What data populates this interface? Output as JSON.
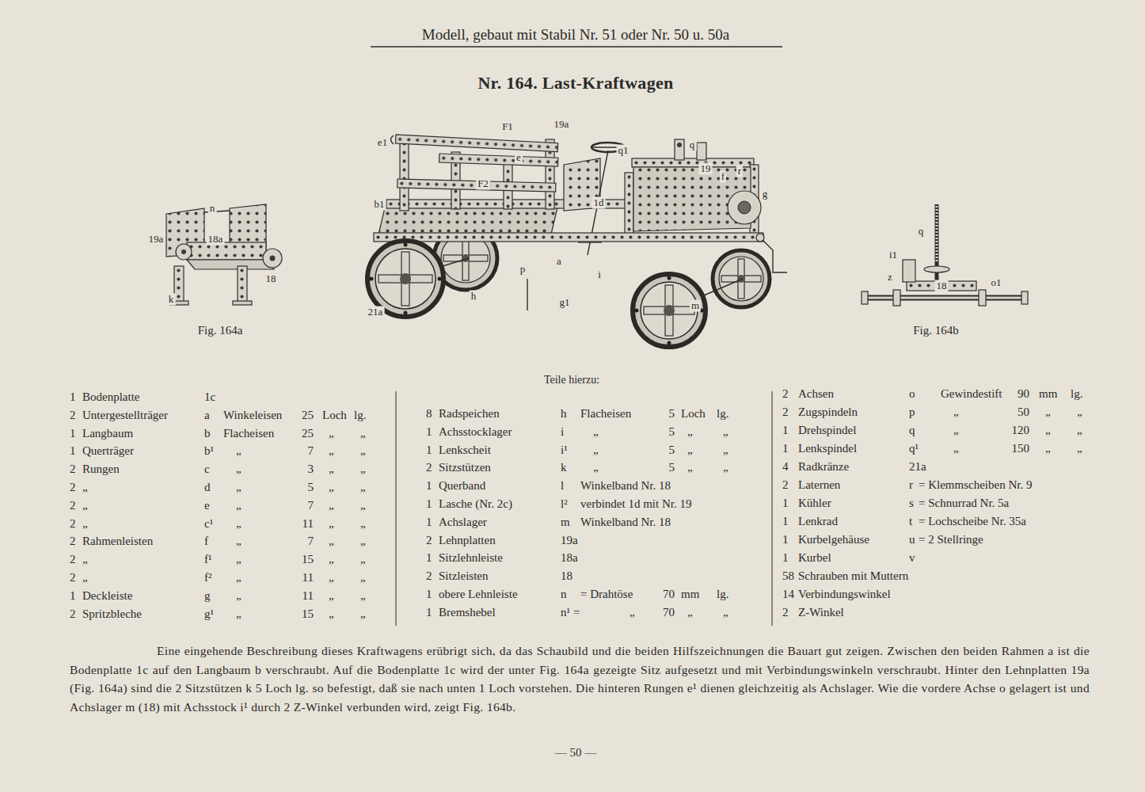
{
  "diagram": {
    "title": "Nr. 164. Last-Kraftwagen",
    "labels": [
      "Modell, gebaut mit Stabil Nr. 51 oder Nr. 50 u. 50a",
      "n",
      "19a",
      "18a",
      "18",
      "k",
      "Fig. 164a",
      "F1",
      "19a",
      "e1",
      "e",
      "q1",
      "q",
      "19",
      "f",
      "r",
      "F2",
      "g",
      "b1",
      "1d",
      "a",
      "p",
      "i",
      "h",
      "21a",
      "g1",
      "m",
      "q",
      "i1",
      "z",
      "18",
      "o1",
      "Fig. 164b",
      "Teile hierzu:",
      "1",
      "Bodenplatte",
      "1c",
      "2",
      "Untergestellträger",
      "a",
      "Winkeleisen",
      "25",
      "Loch",
      "lg.",
      "1",
      "Langbaum",
      "b",
      "Flacheisen",
      "25",
      "„",
      "„",
      "1",
      "Querträger",
      "b¹",
      "„",
      "7",
      "„",
      "„",
      "2",
      "Rungen",
      "c",
      "„",
      "3",
      "„",
      "„",
      "2",
      "„",
      "d",
      "„",
      "5",
      "„",
      "„",
      "2",
      "„",
      "e",
      "„",
      "7",
      "„",
      "„",
      "2",
      "„",
      "c¹",
      "„",
      "11",
      "„",
      "„",
      "2",
      "Rahmenleisten",
      "f",
      "„",
      "7",
      "„",
      "„",
      "2",
      "„",
      "f¹",
      "„",
      "15",
      "„",
      "„",
      "2",
      "„",
      "f²",
      "„",
      "11",
      "„",
      "„",
      "1",
      "Deckleiste",
      "g",
      "„",
      "11",
      "„",
      "„",
      "2",
      "Spritzbleche",
      "g¹",
      "„",
      "15",
      "„",
      "„",
      "8",
      "Radspeichen",
      "h",
      "Flacheisen",
      "5",
      "Loch",
      "lg.",
      "1",
      "Achsstocklager",
      "i",
      "„",
      "5",
      "„",
      "„",
      "1",
      "Lenkscheit",
      "i¹",
      "„",
      "5",
      "„",
      "„",
      "2",
      "Sitzstützen",
      "k",
      "„",
      "5",
      "„",
      "„",
      "1",
      "Querband",
      "l",
      "Winkelband Nr. 18",
      "1",
      "Lasche (Nr. 2c)",
      "l²",
      "verbindet 1d mit Nr. 19",
      "1",
      "Achslager",
      "m",
      "Winkelband Nr. 18",
      "2",
      "Lehnplatten",
      "19a",
      "1",
      "Sitzlehnleiste",
      "18a",
      "2",
      "Sitzleisten",
      "18",
      "1",
      "obere Lehnleiste",
      "n",
      "= Drahtöse",
      "70",
      "mm",
      "lg.",
      "1",
      "Bremshebel",
      "n¹",
      "=",
      "„",
      "70",
      "„",
      "„",
      "2",
      "Achsen",
      "o",
      "Gewindestift",
      "90",
      "mm",
      "lg.",
      "2",
      "Zugspindeln",
      "p",
      "„",
      "50",
      "„",
      "„",
      "1",
      "Drehspindel",
      "q",
      "„",
      "120",
      "„",
      "„",
      "1",
      "Lenkspindel",
      "q¹",
      "„",
      "150",
      "„",
      "„",
      "4",
      "Radkränze",
      "21a",
      "2",
      "Laternen",
      "r",
      "= Klemmscheiben Nr. 9",
      "1",
      "Kühler",
      "s",
      "= Schnurrad Nr. 5a",
      "1",
      "Lenkrad",
      "t",
      "= Lochscheibe Nr. 35a",
      "1",
      "Kurbelgehäuse",
      "u",
      "= 2 Stellringe",
      "1",
      "Kurbel",
      "v",
      "58",
      "Schrauben mit Muttern",
      "14",
      "Verbindungswinkel",
      "2",
      "Z-Winkel",
      "Eine eingehende Beschreibung dieses Kraftwagens erübrigt sich, da das Schaubild und die beiden Hilfszeichnungen die Bauart gut zeigen. Zwischen den beiden Rahmen a ist die Bodenplatte 1c auf den Langbaum b verschraubt. Auf die Bodenplatte 1c wird der unter Fig. 164a gezeigte Sitz aufgesetzt und mit Verbindungswinkeln verschraubt. Hinter den Lehnplatten 19a (Fig. 164a) sind die 2 Sitzstützen k 5 Loch lg. so befestigt, daß sie nach unten 1 Loch vorstehen. Die hinteren Rungen e¹ dienen gleichzeitig als Achslager. Wie die vordere Achse o gelagert ist und Achslager m (18) mit Achsstock i¹ durch 2 Z-Winkel verbunden wird, zeigt Fig. 164b.",
      "— 50 —"
    ]
  }
}
